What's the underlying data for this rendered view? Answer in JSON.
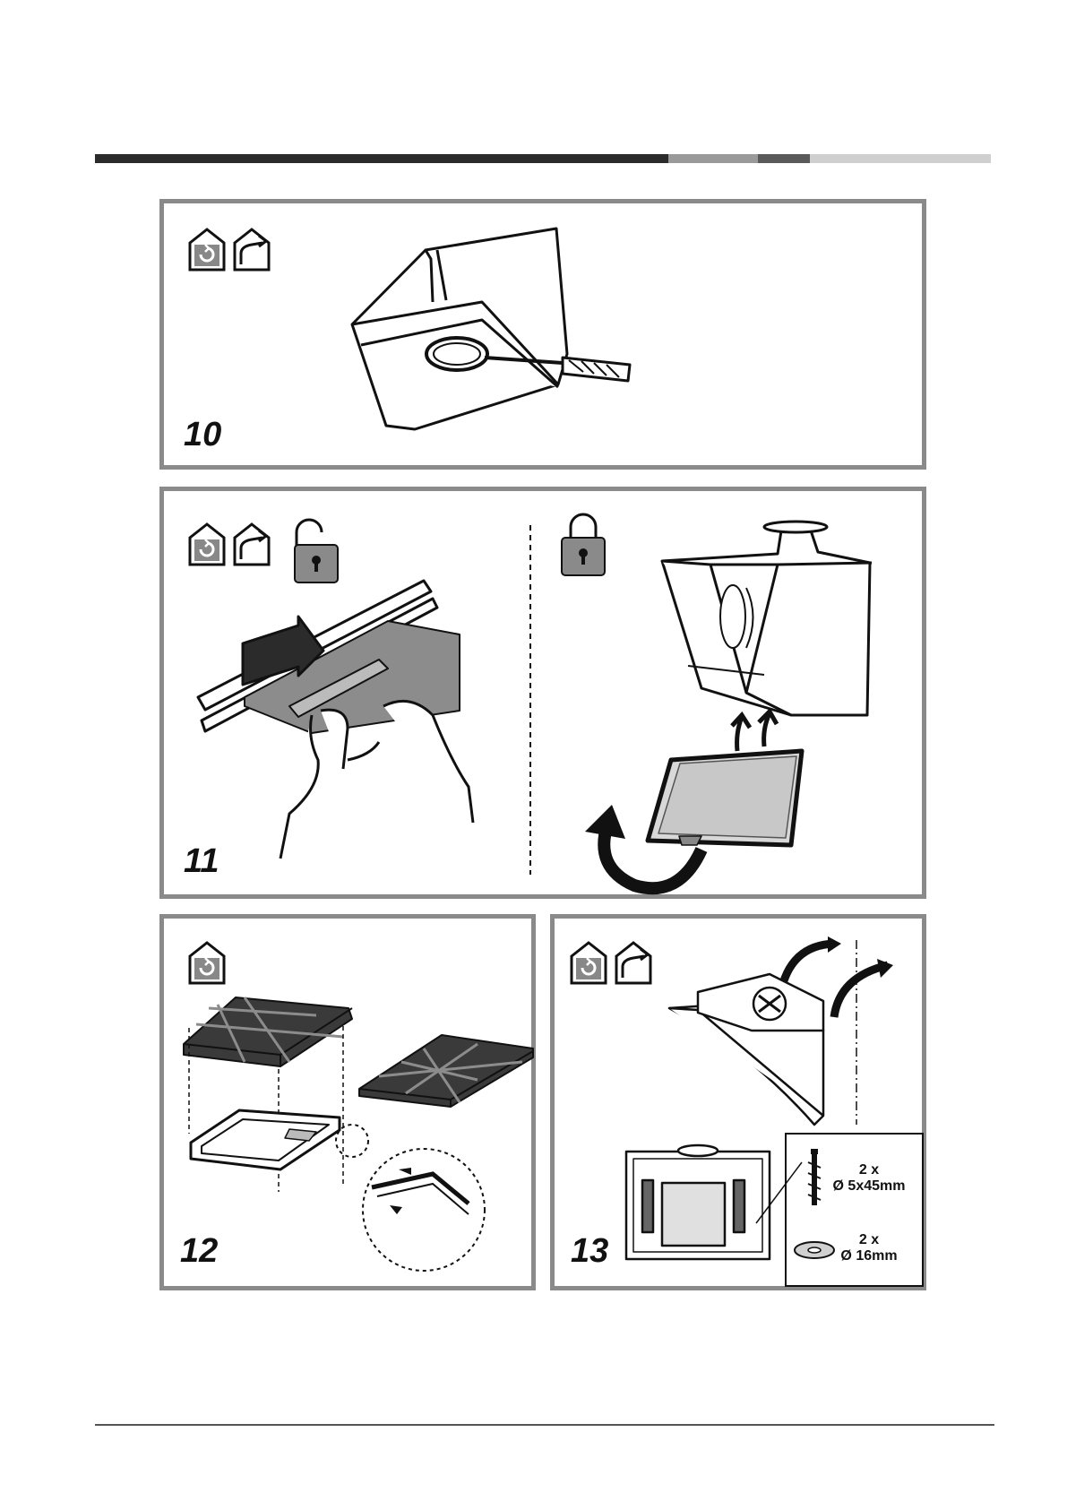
{
  "colors": {
    "dark_bar": "#2b2b2b",
    "mid_bar": "#9a9a9a",
    "dark2_bar": "#5a5a5a",
    "light_bar": "#cfcfcf",
    "panel_border": "#8a8a8a",
    "filter_dark": "#3a3a3a",
    "filter_mid": "#8c8c8c"
  },
  "icons": {
    "recirculation": "recirculation-icon",
    "extraction": "extraction-icon",
    "lock_open": "unlocked-padlock-icon",
    "lock_closed": "locked-padlock-icon"
  },
  "steps": [
    {
      "number": "10"
    },
    {
      "number": "11"
    },
    {
      "number": "12"
    },
    {
      "number": "13"
    }
  ],
  "hardware": {
    "screws_qty": "2 x",
    "screws_size": "Ø 5x45mm",
    "washers_qty": "2 x",
    "washers_size": "Ø 16mm"
  }
}
